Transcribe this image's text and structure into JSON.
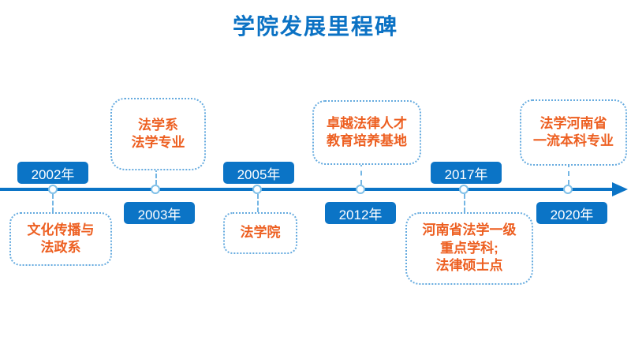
{
  "title": "学院发展里程碑",
  "colors": {
    "primary_blue": "#0b74c6",
    "light_blue_border": "#66abdf",
    "connector_blue": "#74b6e4",
    "orange_text": "#ed5f21",
    "year_text": "#ffffff",
    "background": "#ffffff"
  },
  "timeline": {
    "direction": "left-to-right",
    "arrow": "right"
  },
  "milestones": [
    {
      "year": "2002年",
      "year_position": "above",
      "label": "文化传播与\n法政系",
      "label_position": "below"
    },
    {
      "year": "2003年",
      "year_position": "below",
      "label": "法学系\n法学专业",
      "label_position": "above"
    },
    {
      "year": "2005年",
      "year_position": "above",
      "label": "法学院",
      "label_position": "below"
    },
    {
      "year": "2012年",
      "year_position": "below",
      "label": "卓越法律人才\n教育培养基地",
      "label_position": "above"
    },
    {
      "year": "2017年",
      "year_position": "above",
      "label": "河南省法学一级\n重点学科;\n法律硕士点",
      "label_position": "below"
    },
    {
      "year": "2020年",
      "year_position": "below",
      "label": "法学河南省\n一流本科专业",
      "label_position": "above"
    }
  ]
}
